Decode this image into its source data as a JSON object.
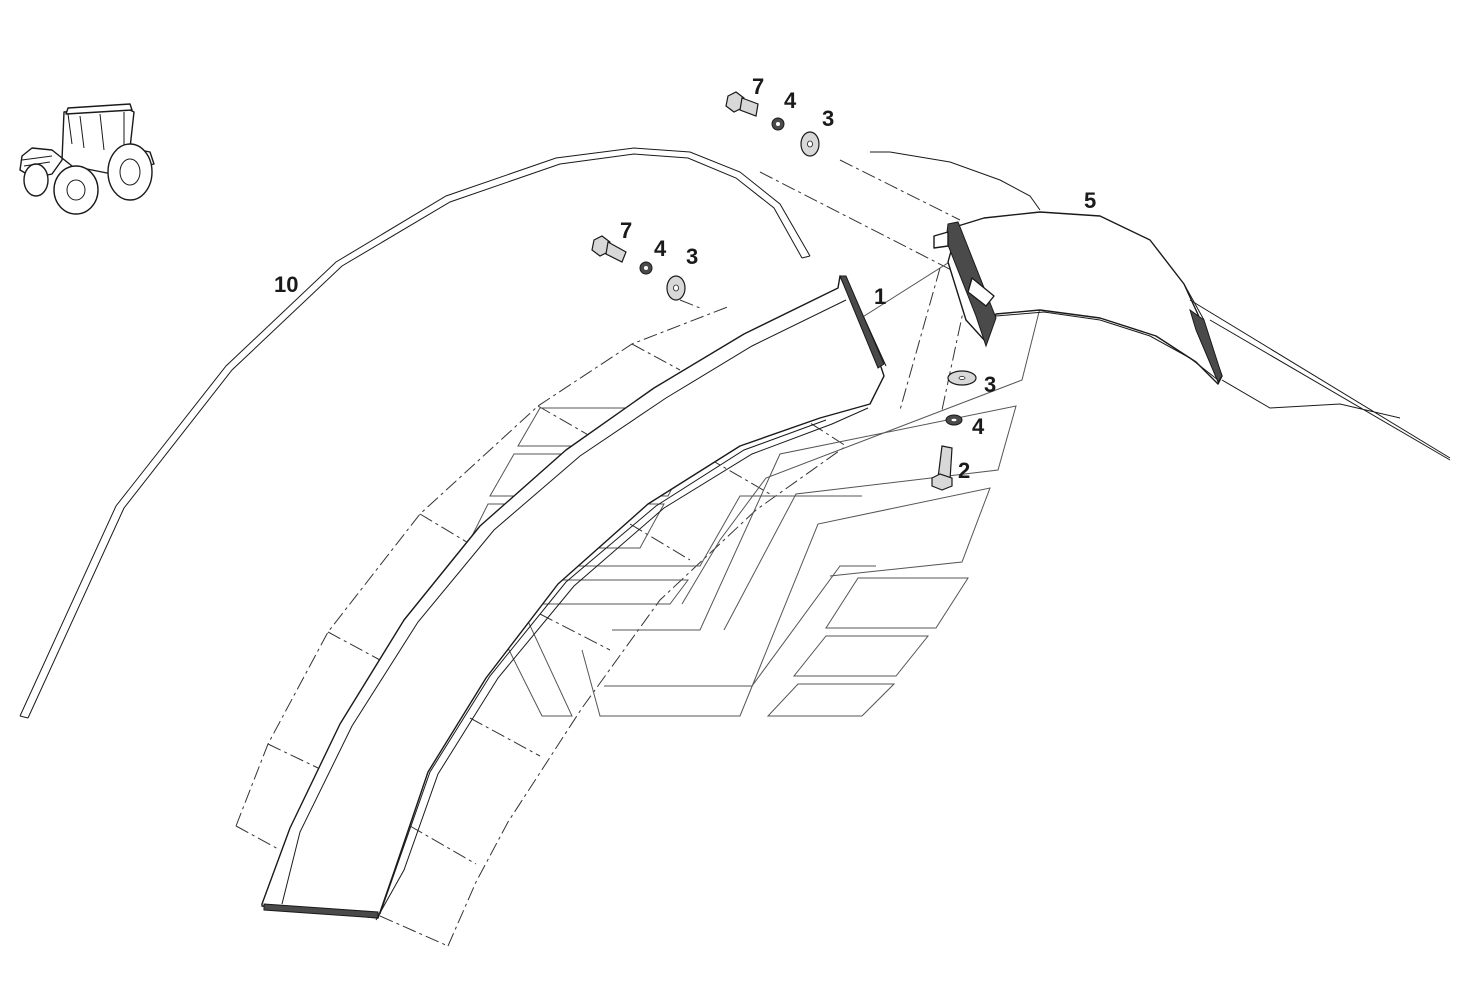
{
  "labels": {
    "fender_left": "1",
    "bolt_lower": "2",
    "washer_right": "3",
    "washer_top": "3",
    "washer_mid": "3",
    "lockwasher_right": "4",
    "lockwasher_top": "4",
    "lockwasher_mid": "4",
    "fender_right": "5",
    "bolt_top": "7",
    "bolt_mid": "7",
    "seal_strip": "10"
  },
  "colors": {
    "line": "#1a1a1a",
    "background": "#ffffff"
  }
}
